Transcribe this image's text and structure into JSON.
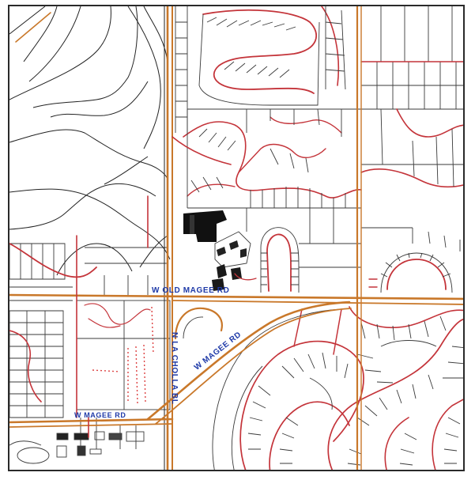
{
  "map": {
    "road_labels": {
      "old_magee": "W OLD MAGEE RD",
      "magee_diag": "W MAGEE RD",
      "la_cholla": "N LA CHOLLA BL",
      "magee_bottom": "W MAGEE RD"
    },
    "colors": {
      "label": "#1f3aa8",
      "major_road": "#c9782a",
      "minor_road": "#c4343a",
      "parcel_line": "#3a3a3a",
      "building_fill": "#111111"
    }
  }
}
